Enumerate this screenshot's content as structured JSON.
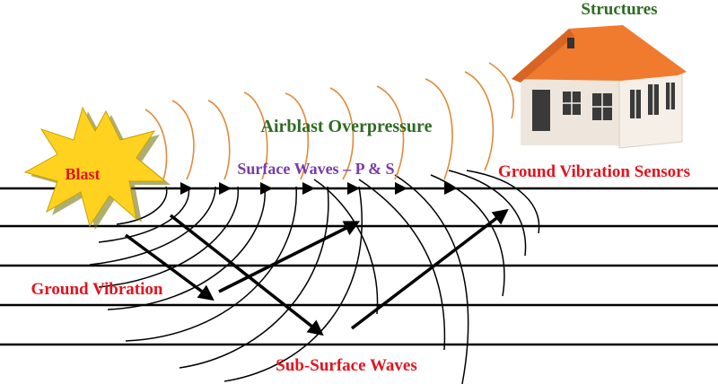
{
  "labels": {
    "structures": "Structures",
    "airblast": "Airblast Overpressure",
    "surface_waves": "Surface Waves – P & S",
    "sensors": "Ground Vibration Sensors",
    "blast": "Blast",
    "ground_vibration": "Ground Vibration",
    "sub_surface": "Sub-Surface Waves"
  },
  "colors": {
    "label_red": "#e0141e",
    "label_green": "#2e6b22",
    "label_purple": "#7b3aa8",
    "airblast_arcs": "#e08a3a",
    "blast_star": "#ffd21f",
    "roof": "#f07a2e"
  }
}
